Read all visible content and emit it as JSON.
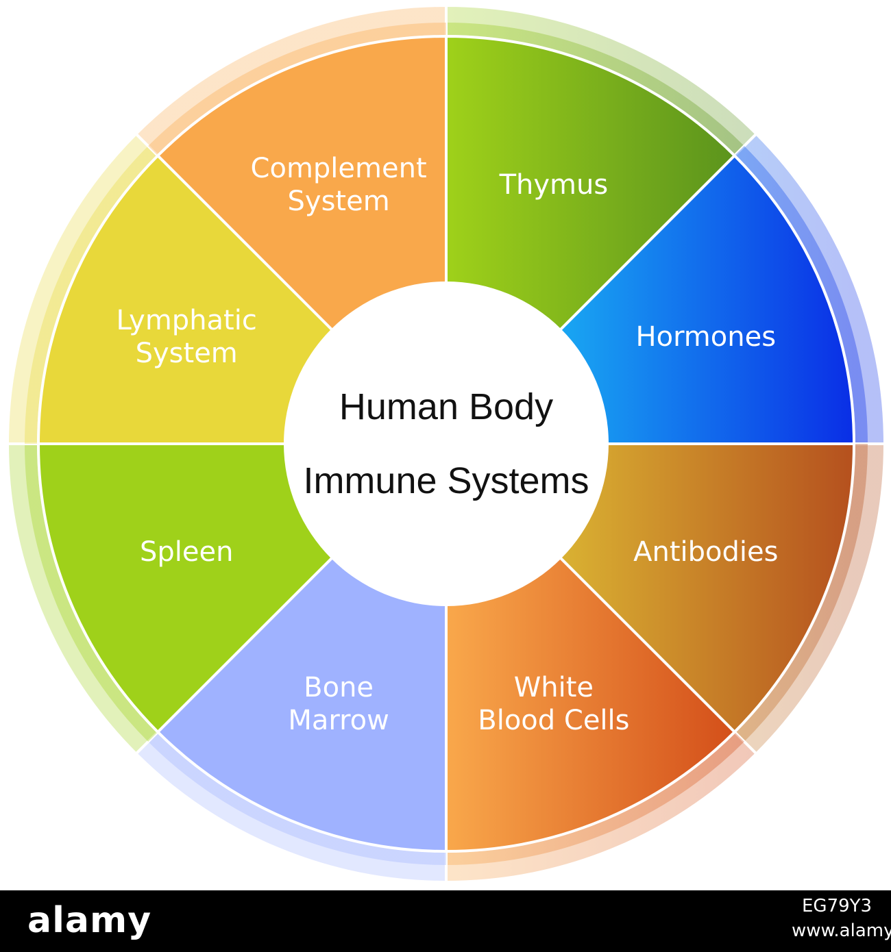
{
  "diagram": {
    "center_title_lines": [
      "Human Body",
      "Immune Systems"
    ],
    "segments": [
      {
        "id": "thymus",
        "lines": [
          "Thymus"
        ],
        "colors": [
          "#9fd11a",
          "#3f7a1e"
        ]
      },
      {
        "id": "hormones",
        "lines": [
          "Hormones"
        ],
        "colors": [
          "#1fd6f7",
          "#0a2ee6"
        ]
      },
      {
        "id": "antibodies",
        "lines": [
          "Antibodies"
        ],
        "colors": [
          "#e8d83a",
          "#b5501e"
        ]
      },
      {
        "id": "white-blood-cells",
        "lines": [
          "White",
          "Blood Cells"
        ],
        "colors": [
          "#f9a84b",
          "#c42a05"
        ]
      },
      {
        "id": "bone-marrow",
        "lines": [
          "Bone",
          "Marrow"
        ],
        "colors": [
          "#9fb2ff",
          "#433b8a"
        ]
      },
      {
        "id": "spleen",
        "lines": [
          "Spleen"
        ],
        "colors": [
          "#9fd11a",
          "#3f7a1e"
        ]
      },
      {
        "id": "lymphatic-system",
        "lines": [
          "Lymphatic",
          "System"
        ],
        "colors": [
          "#e8d83a",
          "#b5501e"
        ]
      },
      {
        "id": "complement-system",
        "lines": [
          "Complement",
          "System"
        ],
        "colors": [
          "#f9a84b",
          "#d42a05"
        ]
      }
    ]
  },
  "footer": {
    "brand": "alamy",
    "image_id": "EG79Y3",
    "site": "www.alamy.com"
  }
}
